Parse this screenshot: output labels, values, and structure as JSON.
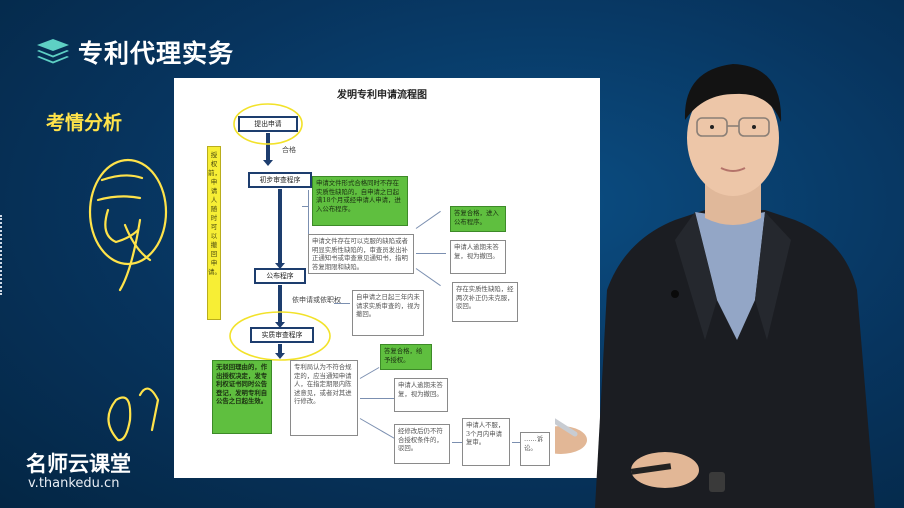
{
  "header": {
    "course_title": "专利代理实务",
    "section_title": "考情分析",
    "brand_name": "名师云课堂",
    "brand_url": "v.thankedu.cn"
  },
  "colors": {
    "accent_yellow": "#ffe34a",
    "slide_green": "#5fbf3f",
    "side_yellow": "#f7ee35",
    "step_border": "#1d3d6e"
  },
  "slide": {
    "title": "发明专利申请流程图",
    "side_note": "授权前，申请人随时可以撤回申请。",
    "steps": {
      "submit": "提出申请",
      "pass_label": "合格",
      "preliminary": "初步审查程序",
      "publish": "公布程序",
      "request_label": "依申请或依职权",
      "substantive": "实质审查程序"
    },
    "boxes": {
      "prelim_ok": "申请文件形式合格同时不存在实质性缺陷的，自申请之日起满18个月或经申请人申请，进入公布程序。",
      "prelim_defect": "申请文件存在可以克服的缺陷或者明显实质性缺陷的，审查员发出补正通知书或审查意见通知书，指明答复期限和缺陷。",
      "reply_ok": "答复合格，进入公布程序。",
      "no_reply": "申请人逾期未答复，视为撤回。",
      "still_defect": "存在实质性缺陷，经两次补正仍未克服，驳回。",
      "three_years": "自申请之日起三年内未请求实质审查的，视为撤回。",
      "grant": "无驳回理由的，作出授权决定，发专利权证书同时公告登记，发明专利自公告之日起生效。",
      "subst_defect": "专利局认为不符合规定的，应当通知申请人，在指定期限内陈述意见，或者对其进行修改。",
      "subst_reply_ok": "答复合格，给予授权。",
      "subst_no_reply": "申请人逾期未答复，视为撤回。",
      "still_noncompliant": "经修改后仍不符合授权条件的，驳回。",
      "reexam": "申请人不服，3个月内申请复审。",
      "lawsuit": "……诉讼。"
    }
  }
}
